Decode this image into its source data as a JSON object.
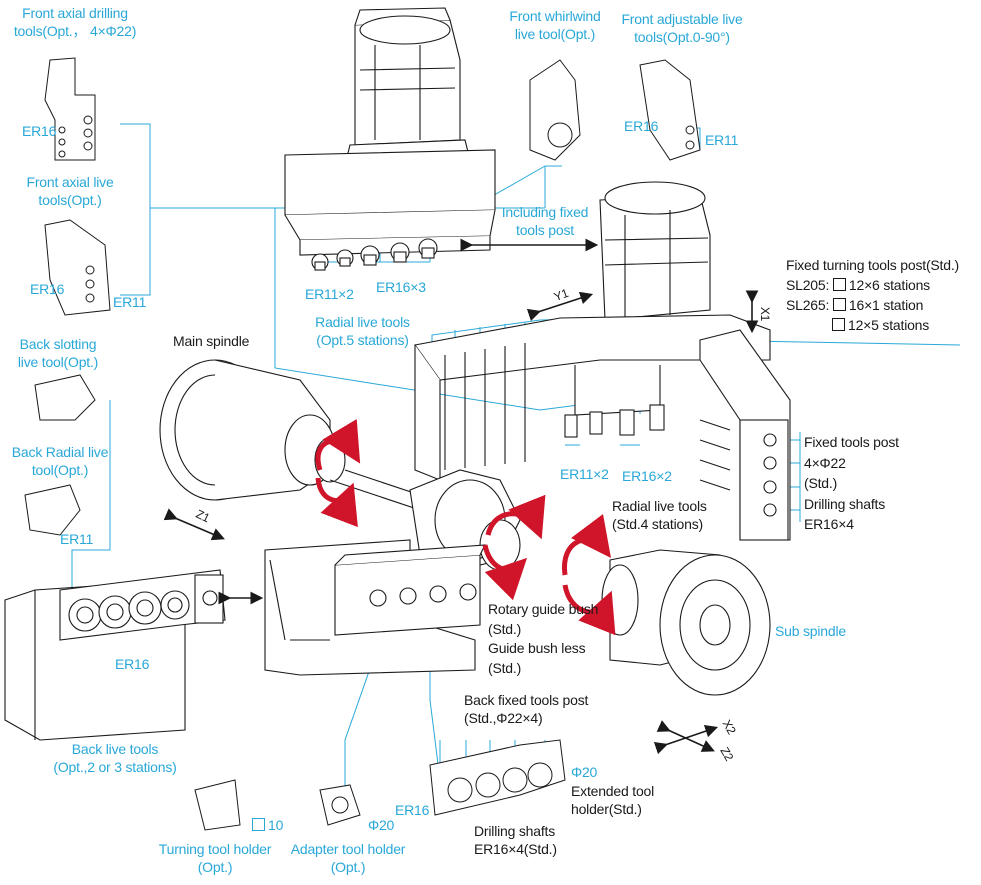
{
  "labels": {
    "front_axial_drilling": [
      "Front axial drilling",
      "tools(Opt.，  4×Φ22)"
    ],
    "front_whirlwind": [
      "Front whirlwind",
      "live tool(Opt.)"
    ],
    "front_adjustable": [
      "Front adjustable live",
      "tools(Opt.0-90°)"
    ],
    "er16_a": "ER16",
    "front_axial_live": [
      "Front axial live",
      "tools(Opt.)"
    ],
    "er16_b": "ER16",
    "er11_b": "ER11",
    "er16_c": "ER16",
    "er11_c": "ER11",
    "including_fixed": [
      "Including fixed",
      "tools post"
    ],
    "er11x2_top": "ER11×2",
    "er16x3_top": "ER16×3",
    "radial_live_top": [
      "Radial live tools",
      "(Opt.5 stations)"
    ],
    "fixed_turning_title": "Fixed turning tools post(Std.)",
    "sl205_prefix": "SL205:",
    "sl205_value": "12×6 stations",
    "sl265_prefix": "SL265:",
    "sl265_value1": "16×1 station",
    "sl265_value2": "12×5 stations",
    "y1": "Y1",
    "x1": "X1",
    "main_spindle": "Main spindle",
    "back_slotting": [
      "Back slotting",
      "live tool(Opt.)"
    ],
    "back_radial": [
      "Back Radial live",
      "tool(Opt.)"
    ],
    "er11_back": "ER11",
    "z1": "Z1",
    "er11x2_mid": "ER11×2",
    "er16x2_mid": "ER16×2",
    "fixed_tools_post": [
      "Fixed tools post",
      "4×Φ22",
      "(Std.)",
      "Drilling shafts",
      "ER16×4"
    ],
    "radial_live_mid": [
      "Radial live tools",
      "(Std.4 stations)"
    ],
    "er16_back": "ER16",
    "rotary_guide": [
      "Rotary guide bush",
      "(Std.)",
      "Guide bush less",
      "(Std.)"
    ],
    "sub_spindle": "Sub spindle",
    "back_fixed_post": [
      "Back fixed tools post",
      "(Std.,Φ22×4)"
    ],
    "back_live_tools": [
      "Back live tools",
      "(Opt.,2 or 3 stations)"
    ],
    "x2": "X2",
    "z2": "Z2",
    "phi20_right": "Φ20",
    "extended_holder": [
      "Extended tool",
      "holder(Std.)"
    ],
    "er16_bottom": "ER16",
    "drilling_shafts_bottom": [
      "Drilling shafts",
      "ER16×4(Std.)"
    ],
    "sq10": "10",
    "phi20_bottom": "Φ20",
    "turning_holder": [
      "Turning tool holder",
      "(Opt.)"
    ],
    "adapter_holder": [
      "Adapter tool holder",
      "(Opt.)"
    ]
  },
  "colors": {
    "callout": "#29a8d8",
    "ink": "#1a1a1a",
    "rotation_arrow": "#d0152a",
    "machine_fill": "#ffffff"
  }
}
